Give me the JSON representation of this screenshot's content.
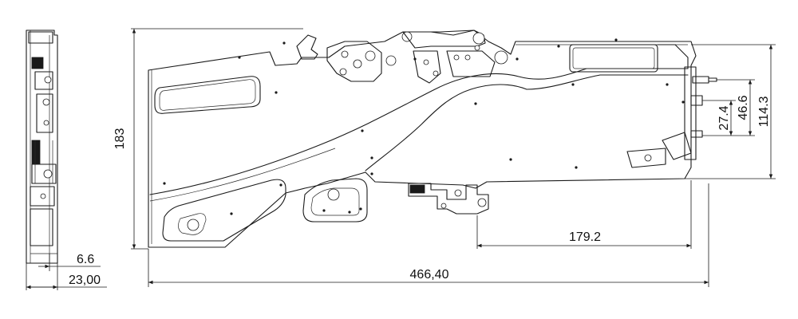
{
  "dimensions": {
    "side_thickness": "6.6",
    "side_width": "23,00",
    "overall_height": "183",
    "overall_length": "466,40",
    "offset_length": "179.2",
    "right_height": "114.3",
    "mid_height": "46.6",
    "small_height": "27.4"
  },
  "colors": {
    "line": "#1a1a1a",
    "background": "#ffffff"
  }
}
